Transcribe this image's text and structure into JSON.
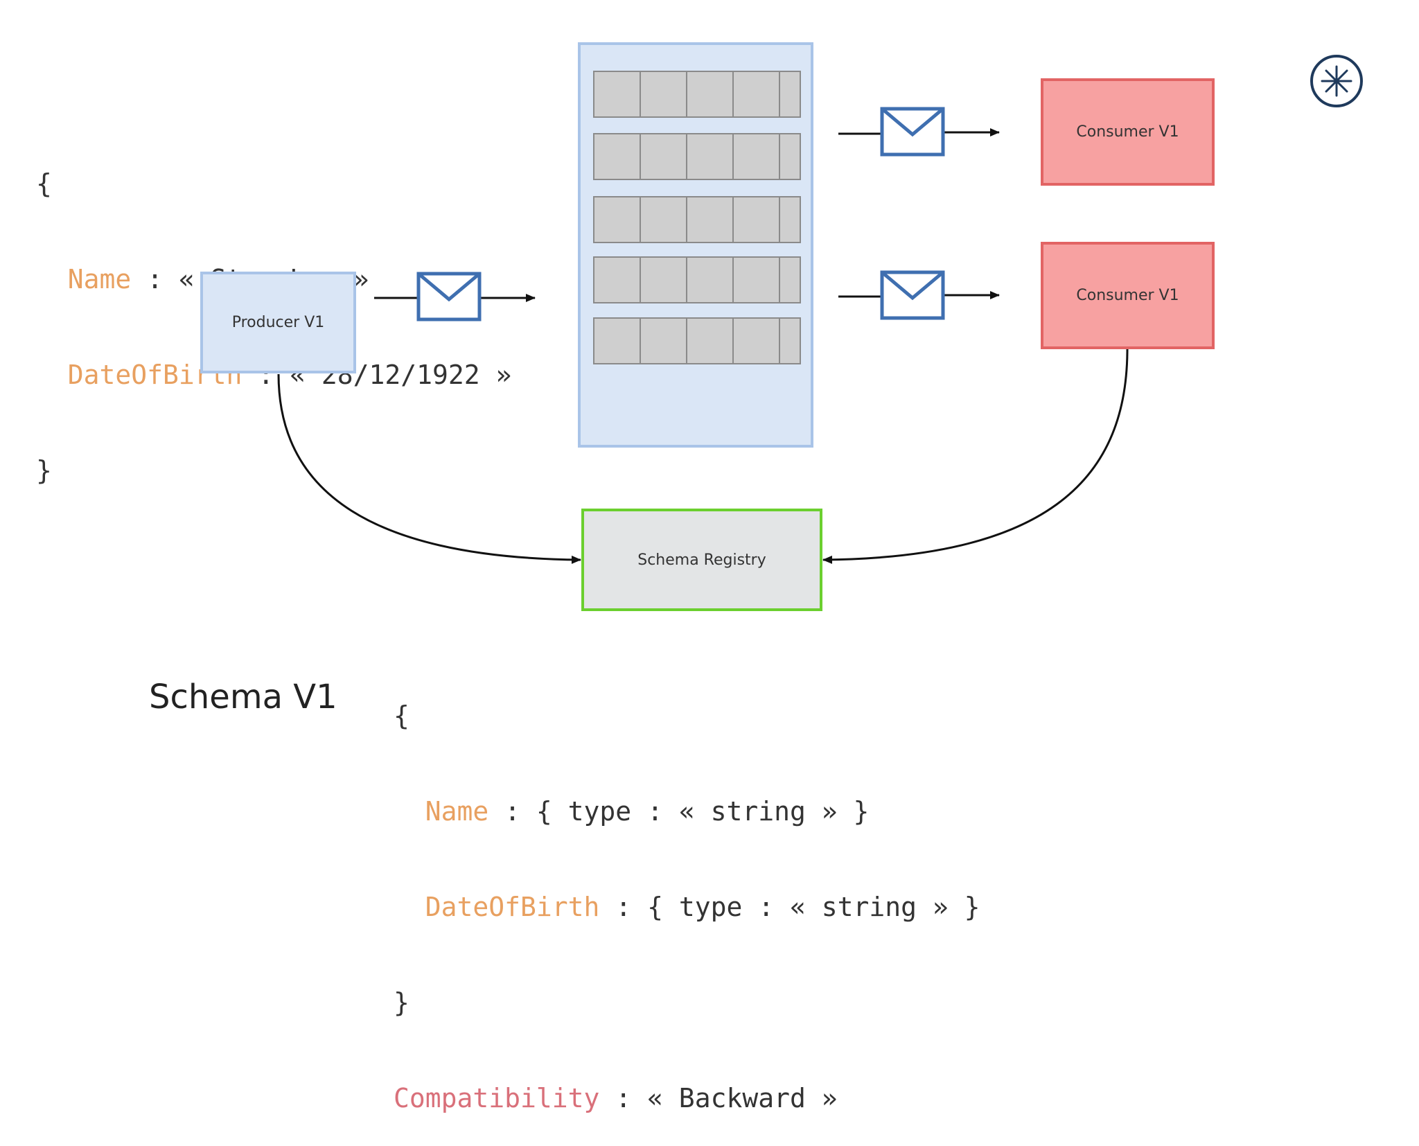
{
  "message": {
    "open_brace": "{",
    "close_brace": "}",
    "name_key": "Name",
    "name_sep": " : « Stan Lee »",
    "dob_key": "DateOfBirth",
    "dob_sep": " : « 28/12/1922 »"
  },
  "producer": {
    "label": "Producer V1"
  },
  "consumers": [
    {
      "label": "Consumer V1"
    },
    {
      "label": "Consumer V1"
    }
  ],
  "registry": {
    "label": "Schema Registry"
  },
  "schema": {
    "title": "Schema V1",
    "open_brace": "{",
    "close_brace": "}",
    "name_key": "Name",
    "name_type": " : { type : « string » }",
    "dob_key": "DateOfBirth",
    "dob_type": " : { type : « string » }",
    "compat_key": "Compatibility",
    "compat_value": " : « Backward »"
  },
  "colors": {
    "producer_fill": "#dae6f6",
    "consumer_fill": "#f7a1a1",
    "registry_border": "#6bcf2f",
    "key_text": "#e8a060",
    "compat_text": "#d9707a"
  },
  "icons": [
    "envelope-icon",
    "logo-icon"
  ]
}
